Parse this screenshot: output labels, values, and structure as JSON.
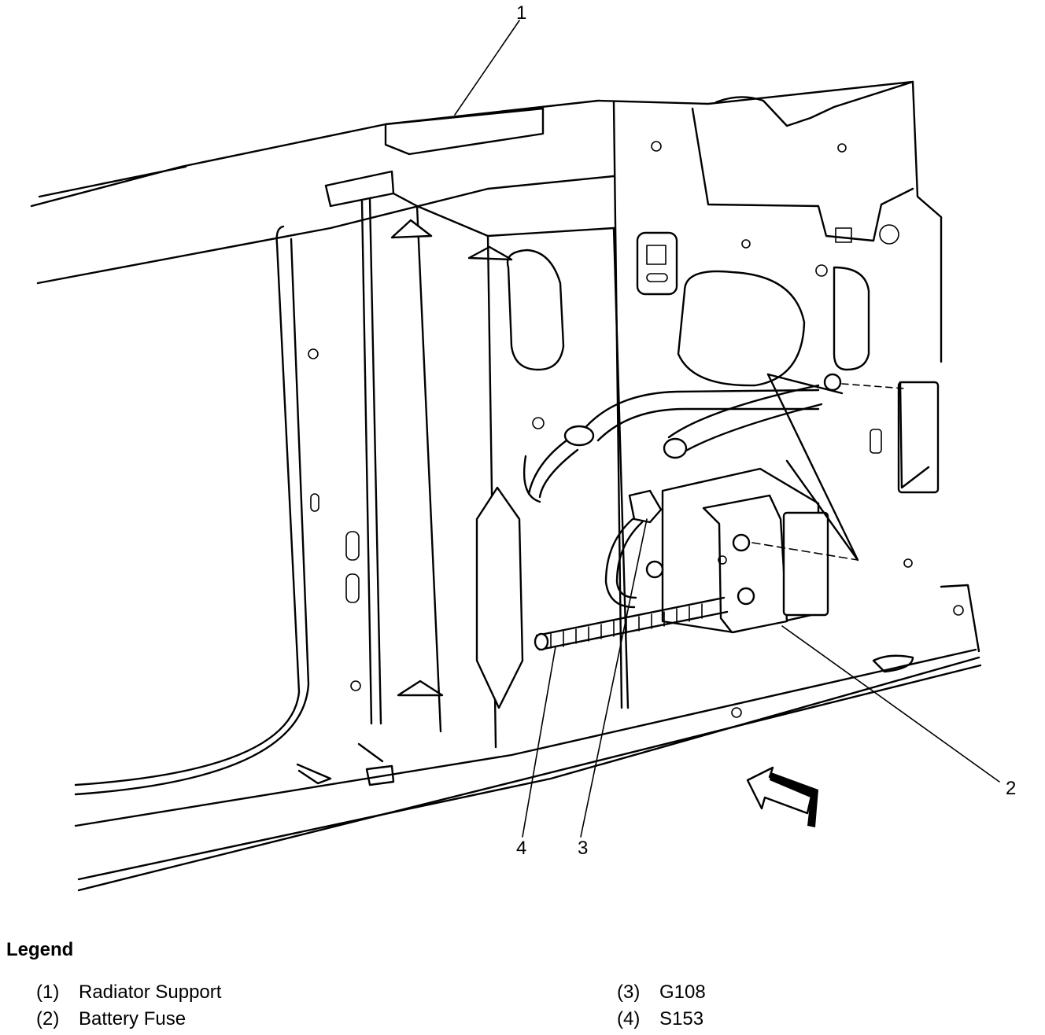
{
  "callouts": [
    {
      "num": "1"
    },
    {
      "num": "2"
    },
    {
      "num": "3"
    },
    {
      "num": "4"
    }
  ],
  "legend": {
    "title": "Legend",
    "items": [
      {
        "num": "(1)",
        "label": "Radiator Support"
      },
      {
        "num": "(2)",
        "label": "Battery Fuse"
      },
      {
        "num": "(3)",
        "label": "G108"
      },
      {
        "num": "(4)",
        "label": "S153"
      }
    ]
  },
  "colors": {
    "line": "#000000",
    "background": "#ffffff"
  },
  "icons": [
    "view-direction-arrow-icon"
  ]
}
